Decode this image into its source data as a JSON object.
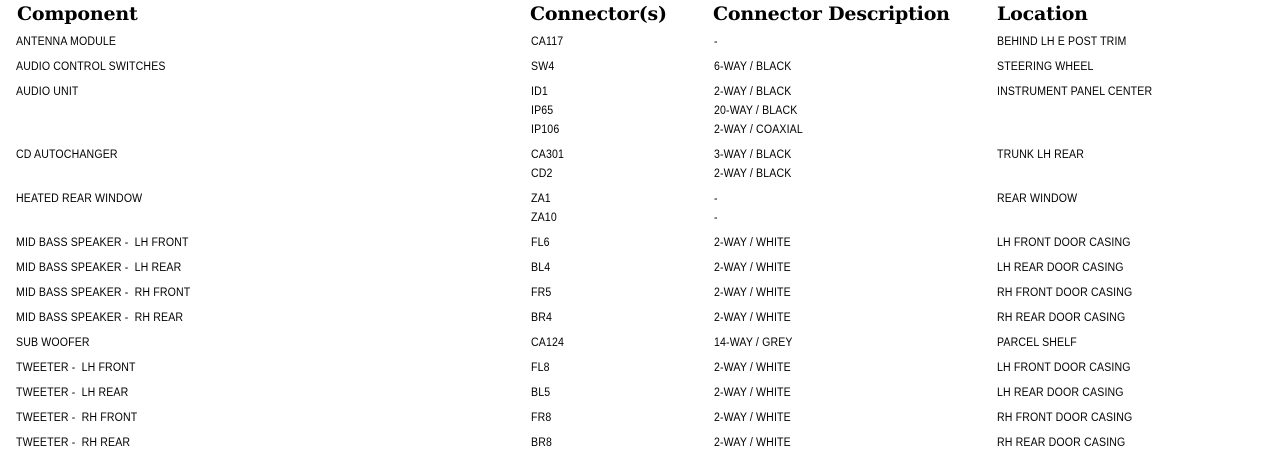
{
  "document": {
    "type": "wiring-component-connector-table",
    "background_color": "#ffffff",
    "text_color": "#000000"
  },
  "table": {
    "columns": [
      {
        "key": "component",
        "label": "Component"
      },
      {
        "key": "connectors",
        "label": "Connector(s)"
      },
      {
        "key": "description",
        "label": "Connector Description"
      },
      {
        "key": "location",
        "label": "Location"
      }
    ],
    "rows": [
      {
        "component": [
          "ANTENNA MODULE"
        ],
        "connectors": [
          "CA117"
        ],
        "description": [
          "-"
        ],
        "location": [
          "BEHIND LH E POST TRIM"
        ]
      },
      {
        "component": [
          "AUDIO CONTROL SWITCHES"
        ],
        "connectors": [
          "SW4"
        ],
        "description": [
          "6-WAY / BLACK"
        ],
        "location": [
          "STEERING WHEEL"
        ]
      },
      {
        "component": [
          "AUDIO UNIT",
          "",
          ""
        ],
        "connectors": [
          "ID1",
          "IP65",
          "IP106"
        ],
        "description": [
          "2-WAY / BLACK",
          "20-WAY / BLACK",
          "2-WAY / COAXIAL"
        ],
        "location": [
          "INSTRUMENT PANEL CENTER",
          "",
          ""
        ]
      },
      {
        "component": [
          "CD AUTOCHANGER",
          ""
        ],
        "connectors": [
          "CA301",
          "CD2"
        ],
        "description": [
          "3-WAY / BLACK",
          "2-WAY / BLACK"
        ],
        "location": [
          "TRUNK LH REAR",
          ""
        ]
      },
      {
        "component": [
          "HEATED REAR WINDOW",
          ""
        ],
        "connectors": [
          "ZA1",
          "ZA10"
        ],
        "description": [
          "-",
          "-"
        ],
        "location": [
          "REAR WINDOW",
          ""
        ]
      },
      {
        "component": [
          "MID BASS SPEAKER -  LH FRONT"
        ],
        "connectors": [
          "FL6"
        ],
        "description": [
          "2-WAY / WHITE"
        ],
        "location": [
          "LH FRONT DOOR CASING"
        ]
      },
      {
        "component": [
          "MID BASS SPEAKER -  LH REAR"
        ],
        "connectors": [
          "BL4"
        ],
        "description": [
          "2-WAY / WHITE"
        ],
        "location": [
          "LH REAR DOOR CASING"
        ]
      },
      {
        "component": [
          "MID BASS SPEAKER -  RH FRONT"
        ],
        "connectors": [
          "FR5"
        ],
        "description": [
          "2-WAY / WHITE"
        ],
        "location": [
          "RH FRONT DOOR CASING"
        ]
      },
      {
        "component": [
          "MID BASS SPEAKER -  RH REAR"
        ],
        "connectors": [
          "BR4"
        ],
        "description": [
          "2-WAY / WHITE"
        ],
        "location": [
          "RH REAR DOOR CASING"
        ]
      },
      {
        "component": [
          "SUB WOOFER"
        ],
        "connectors": [
          "CA124"
        ],
        "description": [
          "14-WAY / GREY"
        ],
        "location": [
          "PARCEL SHELF"
        ]
      },
      {
        "component": [
          "TWEETER -  LH FRONT"
        ],
        "connectors": [
          "FL8"
        ],
        "description": [
          "2-WAY / WHITE"
        ],
        "location": [
          "LH FRONT DOOR CASING"
        ]
      },
      {
        "component": [
          "TWEETER -  LH REAR"
        ],
        "connectors": [
          "BL5"
        ],
        "description": [
          "2-WAY / WHITE"
        ],
        "location": [
          "LH REAR DOOR CASING"
        ]
      },
      {
        "component": [
          "TWEETER -  RH FRONT"
        ],
        "connectors": [
          "FR8"
        ],
        "description": [
          "2-WAY / WHITE"
        ],
        "location": [
          "RH FRONT DOOR CASING"
        ]
      },
      {
        "component": [
          "TWEETER -  RH REAR"
        ],
        "connectors": [
          "BR8"
        ],
        "description": [
          "2-WAY / WHITE"
        ],
        "location": [
          "RH REAR DOOR CASING"
        ]
      }
    ]
  }
}
